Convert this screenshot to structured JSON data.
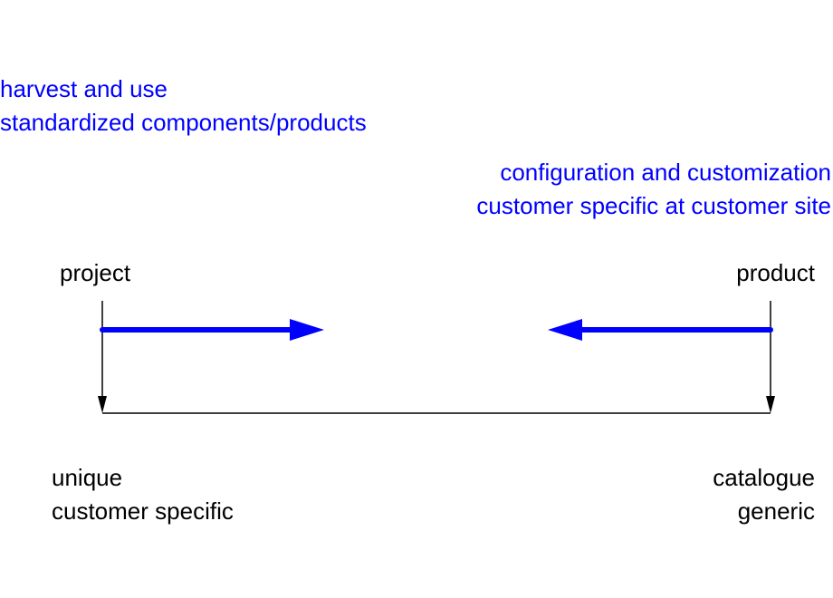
{
  "top_left": {
    "lines": [
      "harvest and use",
      "standardized components/products"
    ],
    "color": "#0000ff"
  },
  "top_right": {
    "lines": [
      "configuration and customization",
      "customer specific at customer site"
    ],
    "color": "#0000ff"
  },
  "labels": {
    "project": "project",
    "product": "product"
  },
  "bottom_left": {
    "lines": [
      "unique",
      "customer specific"
    ]
  },
  "bottom_right": {
    "lines": [
      "catalogue",
      "generic"
    ]
  },
  "colors": {
    "arrow": "#0000ff",
    "axis": "#000000"
  }
}
